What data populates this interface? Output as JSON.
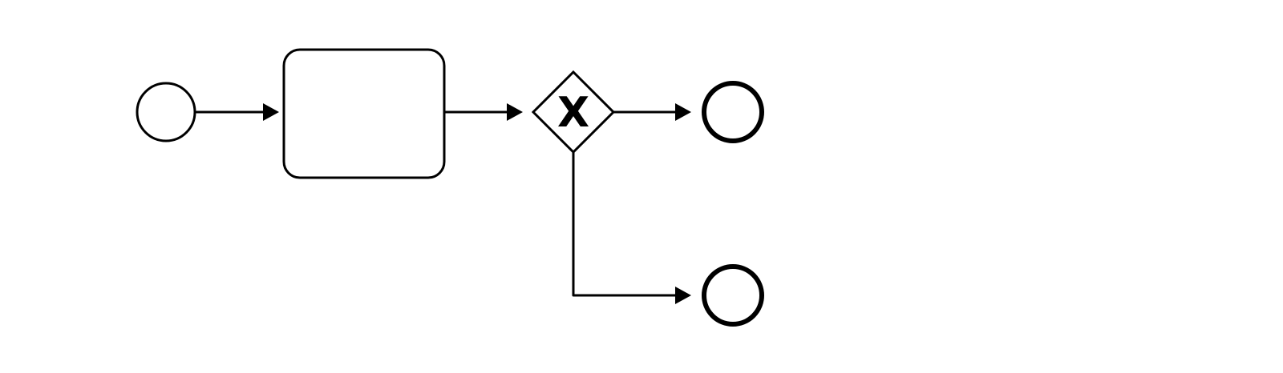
{
  "diagram": {
    "kind": "bpmn-process",
    "nodes": [
      {
        "id": "start",
        "type": "start-event",
        "label": ""
      },
      {
        "id": "task",
        "type": "task",
        "label": ""
      },
      {
        "id": "gateway",
        "type": "exclusive-gateway",
        "marker": "X"
      },
      {
        "id": "end-1",
        "type": "end-event",
        "label": ""
      },
      {
        "id": "end-2",
        "type": "end-event",
        "label": ""
      }
    ],
    "flows": [
      {
        "from": "start",
        "to": "task"
      },
      {
        "from": "task",
        "to": "gateway"
      },
      {
        "from": "gateway",
        "to": "end-1"
      },
      {
        "from": "gateway",
        "to": "end-2"
      }
    ],
    "colors": {
      "stroke": "#000000",
      "fill": "#ffffff"
    }
  }
}
